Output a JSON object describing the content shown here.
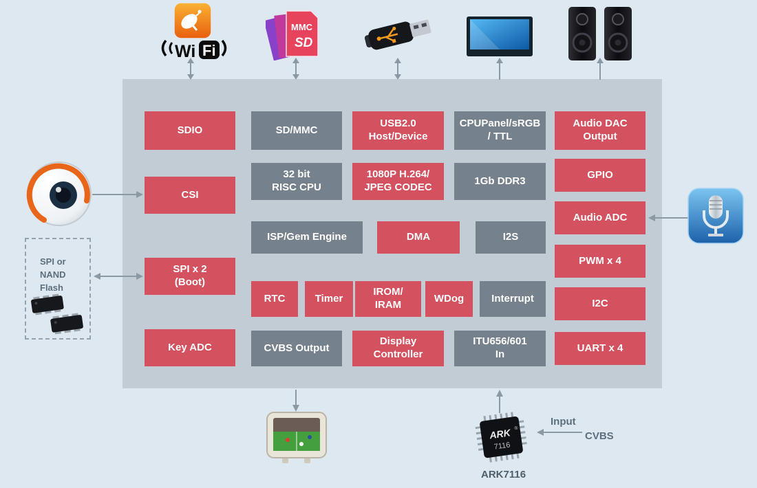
{
  "colors": {
    "background": "#dde8f1",
    "panel": "#c2ccd5",
    "block_red": "#d4525f",
    "block_gray": "#75818d",
    "arrow": "#8b99a5",
    "label_text": "#5c6f7d"
  },
  "blocks": [
    {
      "label": "SDIO",
      "type": "red"
    },
    {
      "label": "SD/MMC",
      "type": "gray"
    },
    {
      "label": "USB2.0\nHost/Device",
      "type": "red"
    },
    {
      "label": "CPUPanel/sRGB\n/ TTL",
      "type": "gray"
    },
    {
      "label": "Audio DAC\nOutput",
      "type": "red"
    },
    {
      "label": "CSI",
      "type": "red"
    },
    {
      "label": "32 bit\nRISC CPU",
      "type": "gray"
    },
    {
      "label": "1080P H.264/\nJPEG CODEC",
      "type": "red"
    },
    {
      "label": "1Gb DDR3",
      "type": "gray"
    },
    {
      "label": "GPIO",
      "type": "red"
    },
    {
      "label": "ISP/Gem Engine",
      "type": "gray"
    },
    {
      "label": "DMA",
      "type": "red"
    },
    {
      "label": "I2S",
      "type": "gray"
    },
    {
      "label": "Audio ADC",
      "type": "red"
    },
    {
      "label": "SPI x 2\n(Boot)",
      "type": "red"
    },
    {
      "label": "PWM x 4",
      "type": "red"
    },
    {
      "label": "RTC",
      "type": "red"
    },
    {
      "label": "Timer",
      "type": "red"
    },
    {
      "label": "IROM/\nIRAM",
      "type": "red"
    },
    {
      "label": "WDog",
      "type": "red"
    },
    {
      "label": "Interrupt",
      "type": "gray"
    },
    {
      "label": "I2C",
      "type": "red"
    },
    {
      "label": "Key ADC",
      "type": "red"
    },
    {
      "label": "CVBS Output",
      "type": "gray"
    },
    {
      "label": "Display\nController",
      "type": "red"
    },
    {
      "label": "ITU656/601\nIn",
      "type": "gray"
    },
    {
      "label": "UART x 4",
      "type": "red"
    }
  ],
  "labels": {
    "spi_nand_flash": "SPI or\nNAND\nFlash",
    "input": "Input",
    "cvbs": "CVBS",
    "ark7116": "ARK7116"
  },
  "wifi_logo": {
    "wi": "Wi",
    "fi": "Fi"
  },
  "sd_card": {
    "mmc": "MMC",
    "sd": "SD"
  },
  "ark_chip": {
    "brand": "ARK",
    "model": "7116"
  }
}
